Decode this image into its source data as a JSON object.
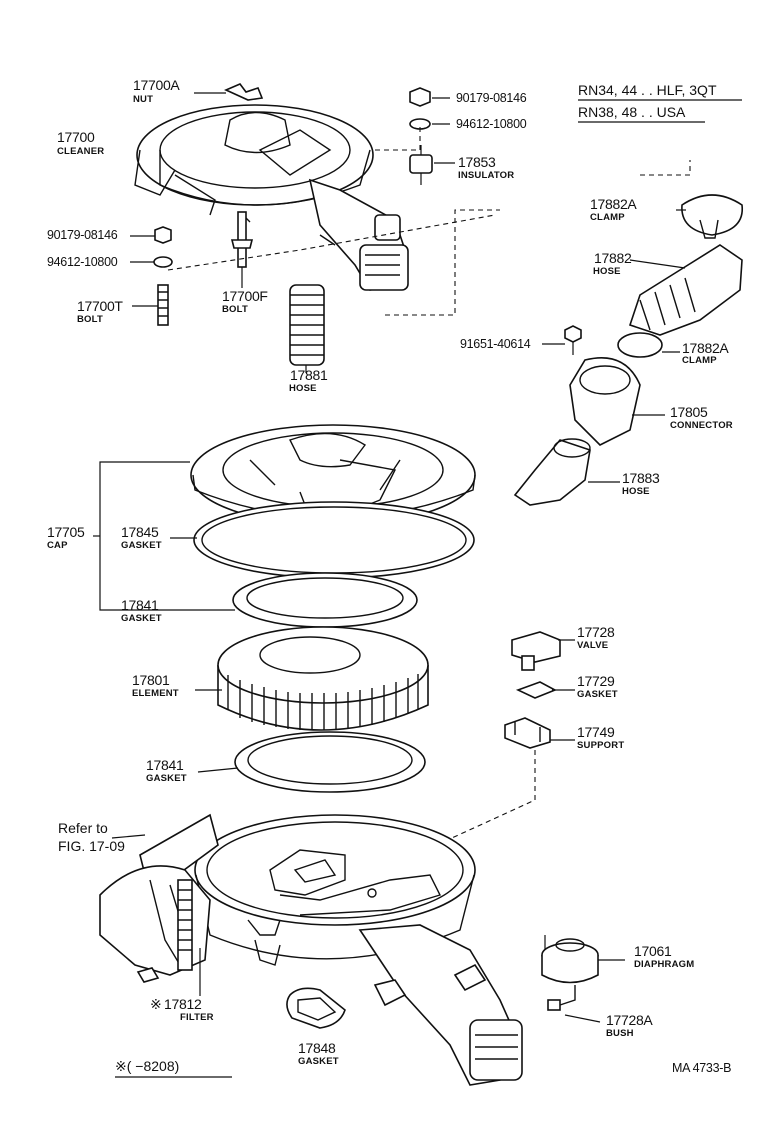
{
  "applicability": {
    "line1": "RN34, 44 . . HLF, 3QT",
    "line2": "RN38, 48 . . USA"
  },
  "parts": [
    {
      "id": "17700A",
      "name": "NUT"
    },
    {
      "id": "17700",
      "name": "CLEANER"
    },
    {
      "id": "90179-08146",
      "name": ""
    },
    {
      "id": "94612-10800",
      "name": ""
    },
    {
      "id": "17853",
      "name": "INSULATOR"
    },
    {
      "id": "90179-08146",
      "name": ""
    },
    {
      "id": "94612-10800",
      "name": ""
    },
    {
      "id": "17700T",
      "name": "BOLT"
    },
    {
      "id": "17700F",
      "name": "BOLT"
    },
    {
      "id": "17881",
      "name": "HOSE"
    },
    {
      "id": "17882A",
      "name": "CLAMP"
    },
    {
      "id": "17882",
      "name": "HOSE"
    },
    {
      "id": "91651-40614",
      "name": ""
    },
    {
      "id": "17882A",
      "name": "CLAMP"
    },
    {
      "id": "17805",
      "name": "CONNECTOR"
    },
    {
      "id": "17883",
      "name": "HOSE"
    },
    {
      "id": "17705",
      "name": "CAP"
    },
    {
      "id": "17845",
      "name": "GASKET"
    },
    {
      "id": "17841",
      "name": "GASKET"
    },
    {
      "id": "17801",
      "name": "ELEMENT"
    },
    {
      "id": "17841",
      "name": "GASKET"
    },
    {
      "id": "17728",
      "name": "VALVE"
    },
    {
      "id": "17729",
      "name": "GASKET"
    },
    {
      "id": "17749",
      "name": "SUPPORT"
    },
    {
      "id": "17061",
      "name": "DIAPHRAGM"
    },
    {
      "id": "17728A",
      "name": "BUSH"
    },
    {
      "id": "17812",
      "name": "FILTER"
    },
    {
      "id": "17848",
      "name": "GASKET"
    }
  ],
  "refer": {
    "line1": "Refer to",
    "line2": "FIG. 17-09"
  },
  "filter_mark": "※",
  "footnote": "※(        −8208)",
  "figure_code": "MA  4733-B"
}
